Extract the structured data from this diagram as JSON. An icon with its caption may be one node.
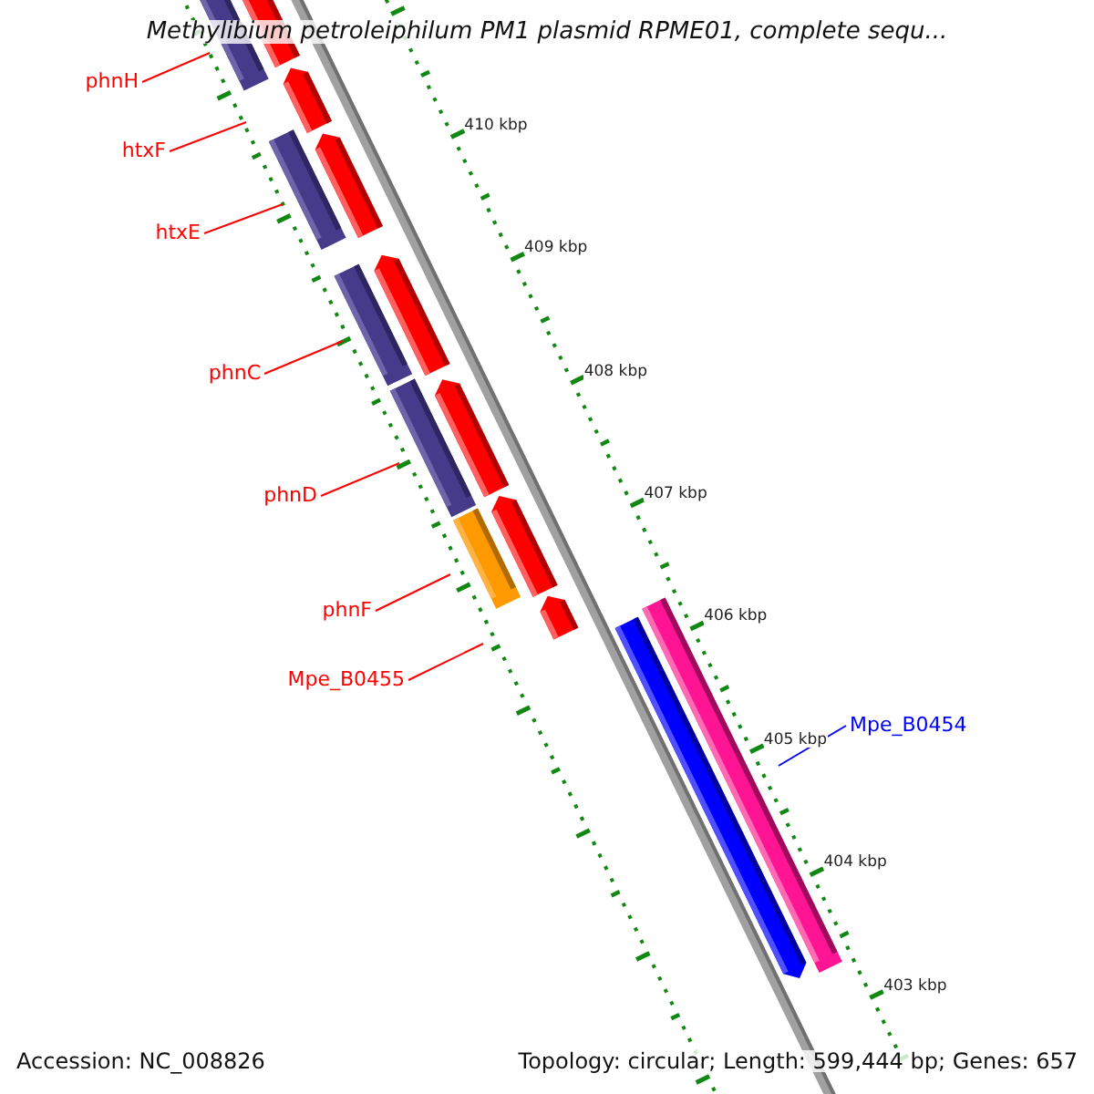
{
  "diagram": {
    "title": "Methylibium petroleiphilum PM1 plasmid RPME01, complete sequ...",
    "nodes": [
      {
        "text": [
          "phnH"
        ]
      },
      {
        "text": [
          "htxF"
        ]
      },
      {
        "text": [
          "htxE"
        ]
      },
      {
        "text": [
          "phnC"
        ]
      },
      {
        "text": [
          "phnD"
        ]
      },
      {
        "text": [
          "phnF"
        ]
      },
      {
        "text": [
          "Mpe_B0455"
        ]
      },
      {
        "text": [
          "Mpe_B0454"
        ]
      }
    ],
    "edges": [
      {
        "from": 0,
        "to": null,
        "arrow": "none"
      },
      {
        "from": 1,
        "to": null,
        "arrow": "none"
      },
      {
        "from": 2,
        "to": null,
        "arrow": "none"
      },
      {
        "from": 3,
        "to": null,
        "arrow": "none"
      },
      {
        "from": 4,
        "to": null,
        "arrow": "none"
      },
      {
        "from": 5,
        "to": null,
        "arrow": "none"
      },
      {
        "from": 6,
        "to": null,
        "arrow": "none"
      },
      {
        "from": 7,
        "to": null,
        "arrow": "none",
        "color": "#0000ff"
      }
    ],
    "labels": [
      "410 kbp",
      "409 kbp",
      "408 kbp",
      "407 kbp",
      "406 kbp",
      "405 kbp",
      "404 kbp",
      "403 kbp",
      "Accession: NC_008826",
      "Topology: circular; Length: 599,444 bp; Genes: 657"
    ]
  }
}
